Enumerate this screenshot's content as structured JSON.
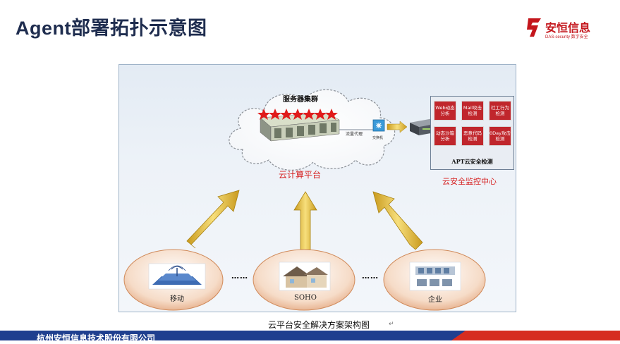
{
  "header": {
    "title": "Agent部署拓扑示意图"
  },
  "logo": {
    "name": "安恒信息",
    "sub": "DAS-security 数字安全"
  },
  "diagram": {
    "cloud_title": "服务器集群",
    "platform_label": "云计算平台",
    "traffic_label": "流量代理",
    "switch_label": "交换机",
    "apt": {
      "tiles": [
        "Web动态分析",
        "Mail攻击检测",
        "社工行为检测",
        "动态沙箱分析",
        "恶意代码检测",
        "0Day攻击检测"
      ],
      "title": "APT云安全检测"
    },
    "monitor_label": "云安全监控中心",
    "nodes": [
      "移动",
      "SOHO",
      "企业"
    ],
    "dots": "……",
    "colors": {
      "accent_red": "#c0262c",
      "arrow_yellow": "#e5c23c",
      "label_red": "#d62020"
    }
  },
  "caption": "云平台安全解决方案架构图",
  "footer": {
    "company": "杭州安恒信息技术股份有限公司"
  }
}
